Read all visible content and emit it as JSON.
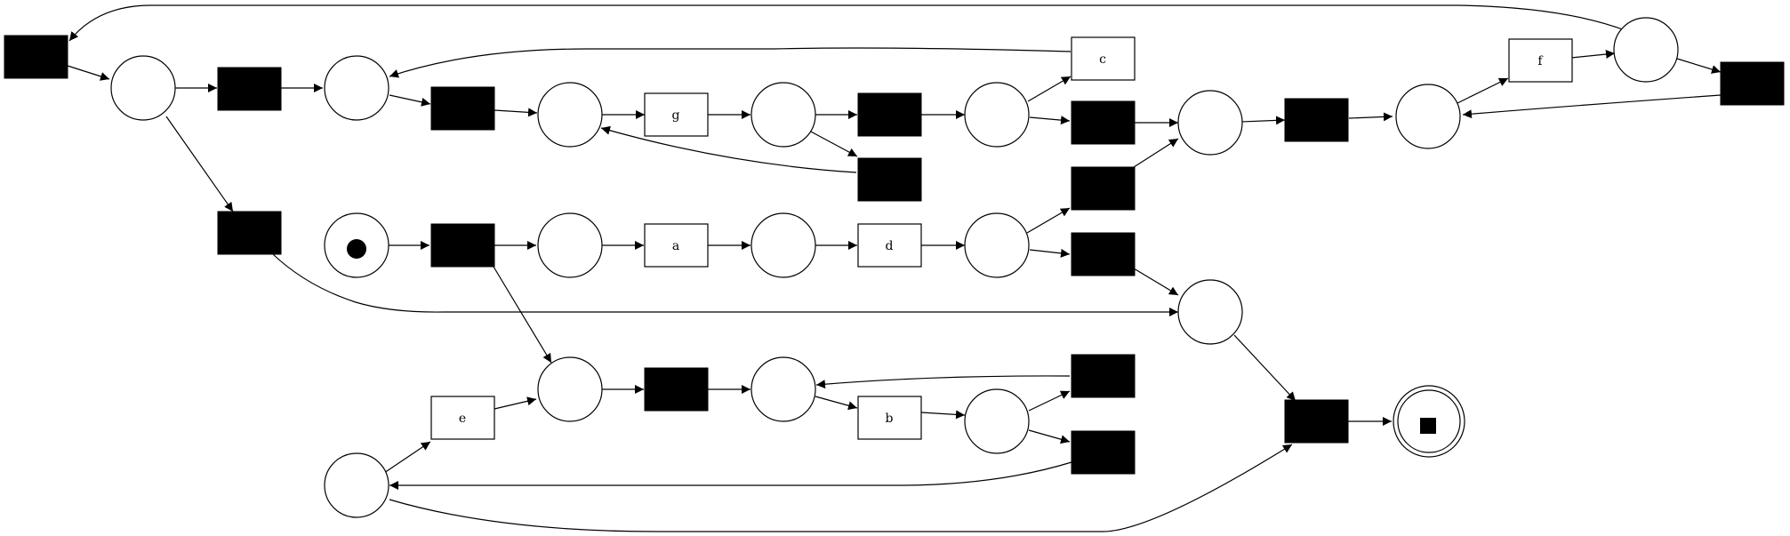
{
  "colors": {
    "stroke": "#000000",
    "fill_black": "#000000",
    "background": "#ffffff"
  },
  "net": {
    "places": [
      "source",
      "p_a",
      "p_d",
      "p_choice_d",
      "p_merge_left",
      "p_top",
      "p_g",
      "p_choice_g",
      "p_choice_c",
      "p_join",
      "p_mid",
      "p_choice_f",
      "p_pre_final",
      "p_bc",
      "p_choice_b",
      "p_loop_e",
      "p_final",
      "sink"
    ],
    "transitions": [
      {
        "id": "t_split",
        "label": "",
        "silent": true
      },
      {
        "id": "a",
        "label": "a",
        "silent": false
      },
      {
        "id": "d",
        "label": "d",
        "silent": false
      },
      {
        "id": "g",
        "label": "g",
        "silent": false
      },
      {
        "id": "c",
        "label": "c",
        "silent": false
      },
      {
        "id": "f",
        "label": "f",
        "silent": false
      },
      {
        "id": "e",
        "label": "e",
        "silent": false
      },
      {
        "id": "b",
        "label": "b",
        "silent": false
      },
      {
        "id": "t_loop_back",
        "label": "",
        "silent": true
      },
      {
        "id": "t_to_top",
        "label": "",
        "silent": true
      },
      {
        "id": "t_to_g",
        "label": "",
        "silent": true
      },
      {
        "id": "t_left_down",
        "label": "",
        "silent": true
      },
      {
        "id": "t_skip_c",
        "label": "",
        "silent": true
      },
      {
        "id": "t_redo_g",
        "label": "",
        "silent": true
      },
      {
        "id": "t_skip_c2",
        "label": "",
        "silent": true
      },
      {
        "id": "t_d_up",
        "label": "",
        "silent": true
      },
      {
        "id": "t_d_down",
        "label": "",
        "silent": true
      },
      {
        "id": "t_mid",
        "label": "",
        "silent": true
      },
      {
        "id": "t_f_loop",
        "label": "",
        "silent": true
      },
      {
        "id": "t_to_bc",
        "label": "",
        "silent": true
      },
      {
        "id": "t_b_up",
        "label": "",
        "silent": true
      },
      {
        "id": "t_b_down",
        "label": "",
        "silent": true
      },
      {
        "id": "t_join_end",
        "label": "",
        "silent": true
      }
    ]
  }
}
